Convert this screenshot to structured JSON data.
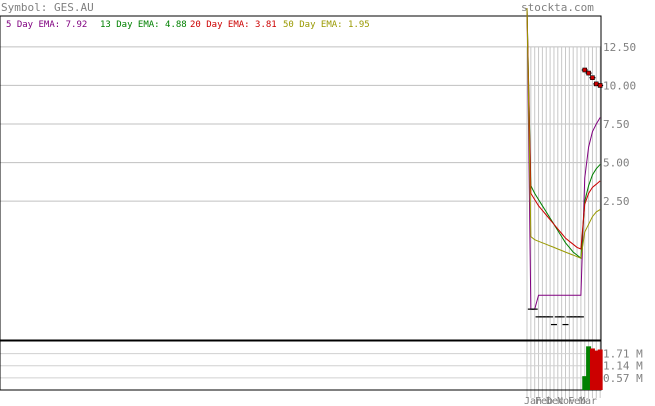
{
  "header": {
    "symbol_text": "Symbol: GES.AU",
    "site": "stockta.com"
  },
  "legend": [
    {
      "label": "5 Day EMA: 7.92",
      "color": "#800080"
    },
    {
      "label": "13 Day EMA: 4.88",
      "color": "#008000"
    },
    {
      "label": "20 Day EMA: 3.81",
      "color": "#cc0000"
    },
    {
      "label": "50 Day EMA: 1.95",
      "color": "#999900"
    }
  ],
  "chart_data": [
    {
      "type": "line",
      "panel": "price",
      "title": "Symbol: GES.AU",
      "y_axis_side": "right",
      "ylim": [
        -6.5,
        14.5
      ],
      "yticks": [
        12.5,
        10.0,
        7.5,
        5.0,
        2.5
      ],
      "ytick_labels": [
        "12.50",
        "10.00",
        "7.50",
        "5.00",
        "2.50"
      ],
      "x": [
        0,
        1,
        2,
        3,
        4,
        5,
        6,
        7,
        8,
        9,
        10,
        11,
        12,
        13,
        14,
        15,
        16,
        17,
        18,
        19
      ],
      "close": [
        15.0,
        -4.5,
        -4.5,
        -5.0,
        -5.0,
        -5.0,
        -5.0,
        -5.5,
        -5.0,
        -5.0,
        -5.5,
        -5.0,
        -5.0,
        -5.0,
        -5.0,
        11.0,
        10.8,
        10.5,
        10.1,
        10.0
      ],
      "series": [
        {
          "name": "5 Day EMA: 7.92",
          "color": "#800080",
          "values": [
            15.0,
            -4.5,
            -4.5,
            -3.6,
            -3.6,
            -3.6,
            -3.6,
            -3.6,
            -3.6,
            -3.6,
            -3.6,
            -3.6,
            -3.6,
            -3.6,
            -3.6,
            4.0,
            6.0,
            7.0,
            7.5,
            7.92
          ]
        },
        {
          "name": "13 Day EMA: 4.88",
          "color": "#008000",
          "values": [
            15.0,
            3.5,
            3.0,
            2.6,
            2.2,
            1.8,
            1.4,
            1.0,
            0.6,
            0.2,
            -0.2,
            -0.5,
            -0.8,
            -1.0,
            -1.2,
            2.5,
            3.5,
            4.2,
            4.6,
            4.88
          ]
        },
        {
          "name": "20 Day EMA: 3.81",
          "color": "#cc0000",
          "values": [
            15.0,
            3.0,
            2.6,
            2.2,
            1.9,
            1.6,
            1.3,
            1.0,
            0.7,
            0.4,
            0.1,
            -0.1,
            -0.3,
            -0.5,
            -0.6,
            2.3,
            3.0,
            3.4,
            3.6,
            3.81
          ]
        },
        {
          "name": "50 Day EMA: 1.95",
          "color": "#999900",
          "values": [
            15.0,
            0.2,
            0.0,
            -0.1,
            -0.2,
            -0.3,
            -0.4,
            -0.5,
            -0.6,
            -0.7,
            -0.8,
            -0.9,
            -1.0,
            -1.1,
            -1.2,
            0.5,
            1.0,
            1.5,
            1.8,
            1.95
          ]
        }
      ]
    },
    {
      "type": "bar",
      "panel": "volume",
      "y_axis_side": "right",
      "ylim": [
        0,
        2.3
      ],
      "yticks": [
        1.71,
        1.14,
        0.57
      ],
      "ytick_labels": [
        "1.71 M",
        "1.14 M",
        "0.57 M"
      ],
      "x": [
        0,
        15,
        16,
        17,
        18,
        19
      ],
      "values": [
        0.02,
        0.65,
        2.05,
        1.95,
        1.85,
        1.9
      ],
      "colors": [
        "#000000",
        "#008000",
        "#008000",
        "#cc0000",
        "#cc0000",
        "#cc0000"
      ],
      "xtick_labels": [
        "Jan",
        "Feb",
        "Dec",
        "Nov",
        "Feb",
        "Mar"
      ]
    }
  ]
}
